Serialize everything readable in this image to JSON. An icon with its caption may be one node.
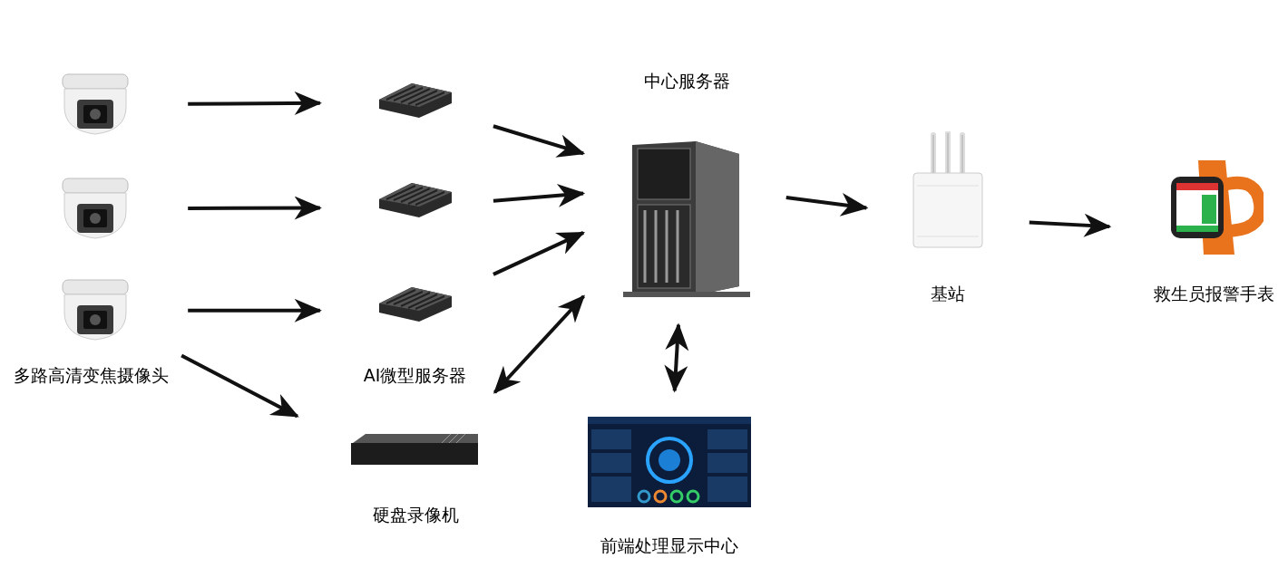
{
  "diagram": {
    "nodes": [
      {
        "text": [],
        "shape": "picture"
      },
      {
        "text": [],
        "shape": "picture"
      },
      {
        "text": [],
        "shape": "picture"
      },
      {
        "text": [],
        "shape": "picture"
      },
      {
        "text": [],
        "shape": "picture"
      },
      {
        "text": [],
        "shape": "picture"
      },
      {
        "text": [
          "中心服务器"
        ]
      },
      {
        "text": [
          "基站"
        ]
      },
      {
        "text": [
          "救生员报警手表"
        ]
      },
      {
        "text": [
          "硬盘录像机"
        ]
      },
      {
        "text": [
          "前端处理显示中心"
        ]
      }
    ],
    "edges": [
      {
        "from": 0,
        "to": 3,
        "arrow": "to"
      },
      {
        "from": 1,
        "to": 4,
        "arrow": "to"
      },
      {
        "from": 2,
        "to": 5,
        "arrow": "to"
      },
      {
        "from": 3,
        "to": 6,
        "arrow": "to"
      },
      {
        "from": 4,
        "to": 6,
        "arrow": "to"
      },
      {
        "from": 5,
        "to": 6,
        "arrow": "to"
      },
      {
        "from": 6,
        "to": 7,
        "arrow": "to"
      },
      {
        "from": 7,
        "to": 8,
        "arrow": "to"
      },
      {
        "from": 2,
        "to": 9,
        "arrow": "to"
      },
      {
        "from": 9,
        "to": 6,
        "arrow": "both"
      },
      {
        "from": 6,
        "to": 10,
        "arrow": "both"
      }
    ],
    "labels": [
      "多路高清变焦摄像头",
      "AI微型服务器"
    ]
  }
}
